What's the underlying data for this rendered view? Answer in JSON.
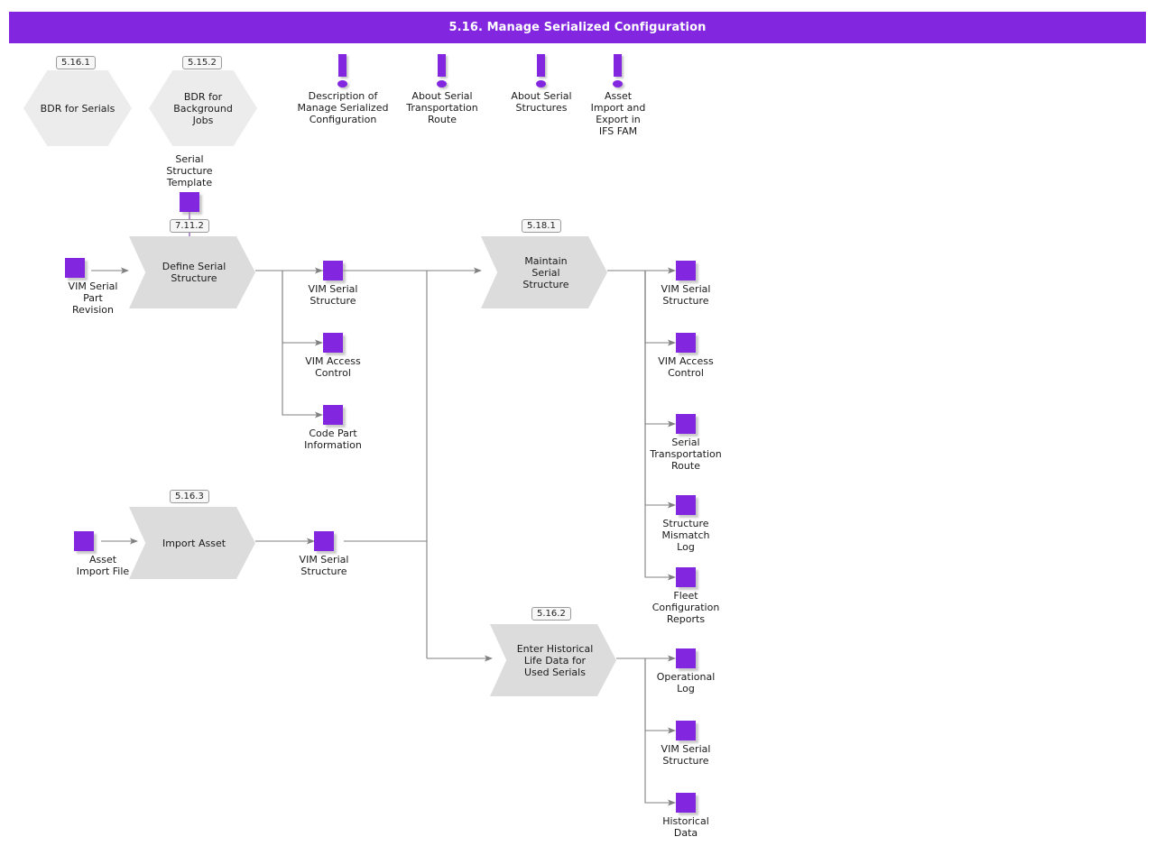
{
  "header": {
    "title": "5.16. Manage Serialized Configuration",
    "bar_color": "#8226e0",
    "text_color": "#ffffff"
  },
  "theme": {
    "accent": "#8226e0",
    "shape_fill_hex": "#ececec",
    "shape_fill_chevron": "#dcdcdc",
    "chip_fill": "#f7f7f7",
    "chip_border": "#9a9a9a",
    "edge_color": "#808080",
    "background": "#ffffff"
  },
  "bdr_nodes": [
    {
      "code": "5.16.1",
      "label": "BDR for Serials"
    },
    {
      "code": "5.15.2",
      "label": "BDR for\nBackground\nJobs"
    }
  ],
  "info_nodes": [
    {
      "icon": "exclamation-icon",
      "label": "Description of\nManage Serialized\nConfiguration"
    },
    {
      "icon": "exclamation-icon",
      "label": "About Serial\nTransportation\nRoute"
    },
    {
      "icon": "exclamation-icon",
      "label": "About Serial\nStructures"
    },
    {
      "icon": "exclamation-icon",
      "label": "Asset\nImport and\nExport in\nIFS FAM"
    }
  ],
  "processes": [
    {
      "code": "7.11.2",
      "label": "Define Serial\nStructure"
    },
    {
      "code": "5.18.1",
      "label": "Maintain\nSerial\nStructure"
    },
    {
      "code": "5.16.3",
      "label": "Import Asset"
    },
    {
      "code": "5.16.2",
      "label": "Enter Historical\nLife Data for\nUsed Serials"
    }
  ],
  "data_objects": {
    "template": {
      "label": "Serial\nStructure\nTemplate"
    },
    "define_input": {
      "label": "VIM Serial\nPart\nRevision"
    },
    "define_outputs": [
      {
        "label": "VIM Serial\nStructure"
      },
      {
        "label": "VIM Access\nControl"
      },
      {
        "label": "Code Part\nInformation"
      }
    ],
    "maintain_outputs": [
      {
        "label": "VIM Serial\nStructure"
      },
      {
        "label": "VIM Access\nControl"
      },
      {
        "label": "Serial\nTransportation\nRoute"
      },
      {
        "label": "Structure\nMismatch\nLog"
      },
      {
        "label": "Fleet\nConfiguration\nReports"
      }
    ],
    "import_input": {
      "label": "Asset\nImport File"
    },
    "import_output": {
      "label": "VIM Serial\nStructure"
    },
    "historical_outputs": [
      {
        "label": "Operational\nLog"
      },
      {
        "label": "VIM Serial\nStructure"
      },
      {
        "label": "Historical\nData"
      }
    ]
  }
}
